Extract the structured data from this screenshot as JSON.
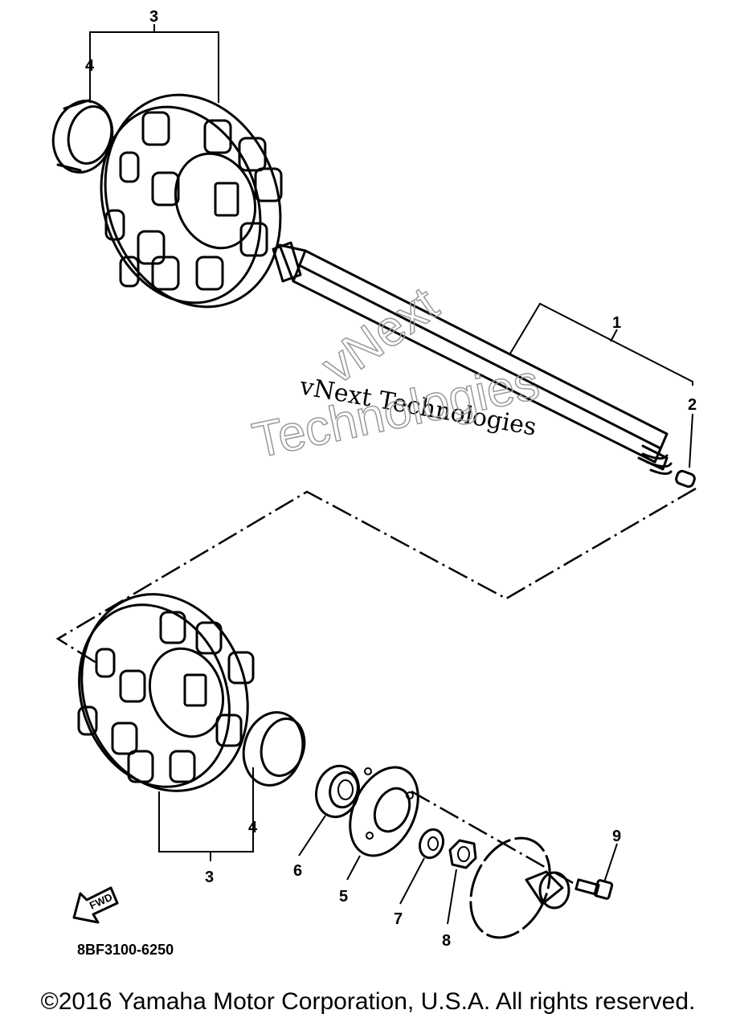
{
  "diagram": {
    "callouts": [
      "1",
      "2",
      "3",
      "4",
      "5",
      "6",
      "7",
      "8",
      "9"
    ],
    "callout_3_top": "3",
    "callout_4_top": "4",
    "callout_3_bottom": "3",
    "callout_4_bottom": "4",
    "fwd_label": "FWD",
    "part_code": "8BF3100-6250",
    "watermark_line1": "vNext Technologies",
    "watermark_line2": "vNext",
    "watermark_line3": "Technologies"
  },
  "footer": {
    "copyright": "©2016 Yamaha Motor Corporation, U.S.A. All rights reserved."
  }
}
